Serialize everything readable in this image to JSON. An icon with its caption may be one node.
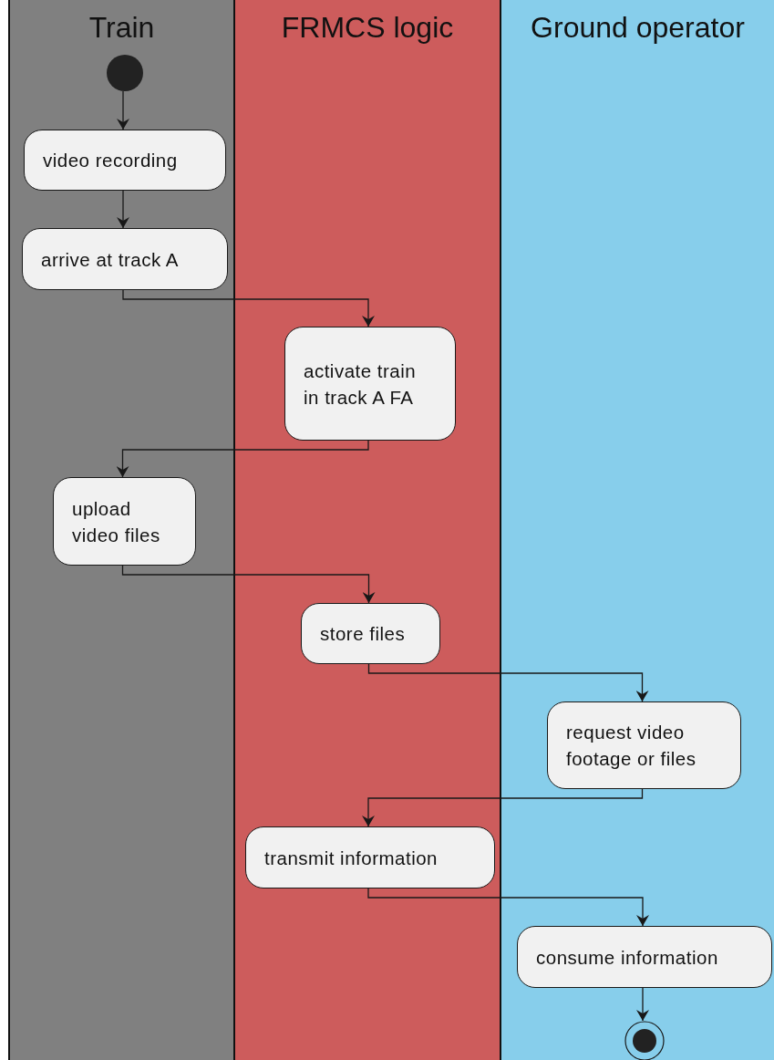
{
  "diagram": {
    "nodes": [
      {
        "text": [
          "Train"
        ]
      },
      {
        "text": [
          "FRMCS logic"
        ]
      },
      {
        "text": [
          "Ground operator"
        ]
      },
      {
        "text": [],
        "shape": "circle",
        "in": 0
      },
      {
        "text": [
          "video recording"
        ],
        "in": 0
      },
      {
        "text": [
          "arrive at track A"
        ],
        "in": 0
      },
      {
        "text": [
          "activate train in track A FA"
        ],
        "in": 1
      },
      {
        "text": [
          "upload video files"
        ],
        "in": 0
      },
      {
        "text": [
          "store files"
        ],
        "in": 1
      },
      {
        "text": [
          "request video footage or files"
        ],
        "in": 2
      },
      {
        "text": [
          "transmit information"
        ],
        "in": 1
      },
      {
        "text": [
          "consume information"
        ],
        "in": 2
      },
      {
        "text": [],
        "shape": "circle",
        "in": 2
      }
    ],
    "edges": [
      {
        "from": 3,
        "to": 4,
        "arrow": "to"
      },
      {
        "from": 4,
        "to": 5,
        "arrow": "to"
      },
      {
        "from": 5,
        "to": 6,
        "arrow": "to"
      },
      {
        "from": 6,
        "to": 7,
        "arrow": "to"
      },
      {
        "from": 7,
        "to": 8,
        "arrow": "to"
      },
      {
        "from": 8,
        "to": 9,
        "arrow": "to"
      },
      {
        "from": 9,
        "to": 10,
        "arrow": "to"
      },
      {
        "from": 10,
        "to": 11,
        "arrow": "to"
      },
      {
        "from": 11,
        "to": 12,
        "arrow": "to"
      }
    ]
  }
}
